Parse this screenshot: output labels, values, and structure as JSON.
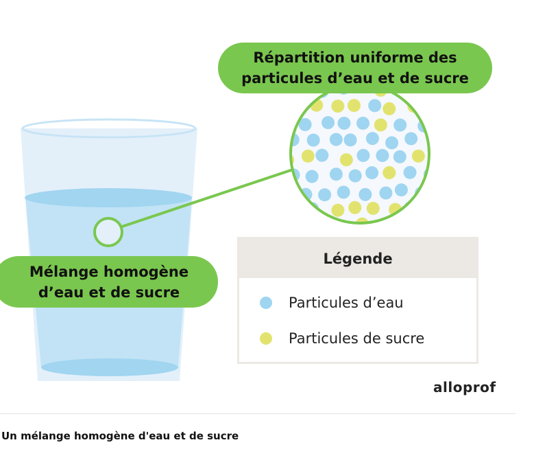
{
  "labels": {
    "top_line1": "Répartition uniforme des",
    "top_line2": "particules d’eau et de sucre",
    "left_line1": "Mélange homogène",
    "left_line2": "d’eau et de sucre"
  },
  "legend": {
    "title": "Légende",
    "items": [
      {
        "label": "Particules d’eau",
        "color": "#9fd5f0"
      },
      {
        "label": "Particules de sucre",
        "color": "#e2e36e"
      }
    ]
  },
  "logo": "alloprof",
  "caption": "Un mélange homogène d'eau et de sucre",
  "colors": {
    "green": "#7ac74f",
    "water": "#9fd5f0",
    "sugar": "#e2e36e",
    "glass": "#e3f0fa"
  }
}
